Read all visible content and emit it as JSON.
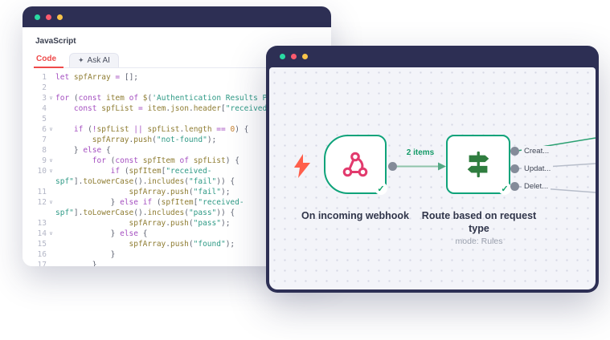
{
  "colors": {
    "window_chrome": "#2d2f54",
    "dot_teal": "#2ad9a2",
    "dot_red": "#fb5a6e",
    "dot_yellow": "#f8c44a",
    "node_border_green": "#0fa37a",
    "webhook_pink": "#e23a6d",
    "switch_green": "#2f7d3f",
    "bolt_orange": "#ff5f4b",
    "connection_label_green": "#139a67",
    "tab_active_red": "#ee4a4a",
    "code_keyword": "#a44fc0",
    "code_string": "#2f9a86",
    "code_identifier": "#8f7d33",
    "canvas_background": "#f3f4f9"
  },
  "editor_window": {
    "language_label": "JavaScript",
    "tabs": {
      "code": "Code",
      "ask_ai": "Ask AI",
      "ask_ai_icon": "✦"
    },
    "code_rows": [
      {
        "n": "1",
        "t": [
          [
            "kw",
            "let"
          ],
          [
            "pl",
            " "
          ],
          [
            "id",
            "spfArray"
          ],
          [
            "op",
            " = "
          ],
          [
            "pl",
            "[];"
          ]
        ]
      },
      {
        "n": "2",
        "t": []
      },
      {
        "n": "3",
        "fold": true,
        "t": [
          [
            "kw",
            "for"
          ],
          [
            "pl",
            " ("
          ],
          [
            "kw",
            "const"
          ],
          [
            "pl",
            " "
          ],
          [
            "id",
            "item"
          ],
          [
            "pl",
            " "
          ],
          [
            "kw",
            "of"
          ],
          [
            "pl",
            " "
          ],
          [
            "id",
            "$"
          ],
          [
            "pl",
            "("
          ],
          [
            "str",
            "'Authentication Results Pres"
          ]
        ]
      },
      {
        "n": "4",
        "t": [
          [
            "pl",
            "    "
          ],
          [
            "kw",
            "const"
          ],
          [
            "pl",
            " "
          ],
          [
            "id",
            "spfList"
          ],
          [
            "op",
            " = "
          ],
          [
            "id",
            "item"
          ],
          [
            "pl",
            "."
          ],
          [
            "id",
            "json"
          ],
          [
            "pl",
            "."
          ],
          [
            "id",
            "header"
          ],
          [
            "pl",
            "["
          ],
          [
            "str",
            "\"received-sp"
          ]
        ]
      },
      {
        "n": "5",
        "t": []
      },
      {
        "n": "6",
        "fold": true,
        "t": [
          [
            "pl",
            "    "
          ],
          [
            "kw",
            "if"
          ],
          [
            "pl",
            " ("
          ],
          [
            "op",
            "!"
          ],
          [
            "id",
            "spfList"
          ],
          [
            "op",
            " || "
          ],
          [
            "id",
            "spfList"
          ],
          [
            "pl",
            "."
          ],
          [
            "id",
            "length"
          ],
          [
            "op",
            " == "
          ],
          [
            "num",
            "0"
          ],
          [
            "pl",
            ") {"
          ]
        ]
      },
      {
        "n": "7",
        "t": [
          [
            "pl",
            "        "
          ],
          [
            "id",
            "spfArray"
          ],
          [
            "pl",
            "."
          ],
          [
            "id",
            "push"
          ],
          [
            "pl",
            "("
          ],
          [
            "str",
            "\"not-found\""
          ],
          [
            "pl",
            ");"
          ]
        ]
      },
      {
        "n": "8",
        "t": [
          [
            "pl",
            "    } "
          ],
          [
            "kw",
            "else"
          ],
          [
            "pl",
            " {"
          ]
        ]
      },
      {
        "n": "9",
        "fold": true,
        "t": [
          [
            "pl",
            "        "
          ],
          [
            "kw",
            "for"
          ],
          [
            "pl",
            " ("
          ],
          [
            "kw",
            "const"
          ],
          [
            "pl",
            " "
          ],
          [
            "id",
            "spfItem"
          ],
          [
            "pl",
            " "
          ],
          [
            "kw",
            "of"
          ],
          [
            "pl",
            " "
          ],
          [
            "id",
            "spfList"
          ],
          [
            "pl",
            ") {"
          ]
        ]
      },
      {
        "n": "10",
        "fold": true,
        "t": [
          [
            "pl",
            "            "
          ],
          [
            "kw",
            "if"
          ],
          [
            "pl",
            " ("
          ],
          [
            "id",
            "spfItem"
          ],
          [
            "pl",
            "["
          ],
          [
            "str",
            "\"received-"
          ]
        ]
      },
      {
        "n": "",
        "t": [
          [
            "str",
            "spf\""
          ],
          [
            "pl",
            "]."
          ],
          [
            "id",
            "toLowerCase"
          ],
          [
            "pl",
            "()."
          ],
          [
            "id",
            "includes"
          ],
          [
            "pl",
            "("
          ],
          [
            "str",
            "\"fail\""
          ],
          [
            "pl",
            ")) {"
          ]
        ]
      },
      {
        "n": "11",
        "t": [
          [
            "pl",
            "                "
          ],
          [
            "id",
            "spfArray"
          ],
          [
            "pl",
            "."
          ],
          [
            "id",
            "push"
          ],
          [
            "pl",
            "("
          ],
          [
            "str",
            "\"fail\""
          ],
          [
            "pl",
            ");"
          ]
        ]
      },
      {
        "n": "12",
        "fold": true,
        "t": [
          [
            "pl",
            "            } "
          ],
          [
            "kw",
            "else"
          ],
          [
            "pl",
            " "
          ],
          [
            "kw",
            "if"
          ],
          [
            "pl",
            " ("
          ],
          [
            "id",
            "spfItem"
          ],
          [
            "pl",
            "["
          ],
          [
            "str",
            "\"received-"
          ]
        ]
      },
      {
        "n": "",
        "t": [
          [
            "str",
            "spf\""
          ],
          [
            "pl",
            "]."
          ],
          [
            "id",
            "toLowerCase"
          ],
          [
            "pl",
            "()."
          ],
          [
            "id",
            "includes"
          ],
          [
            "pl",
            "("
          ],
          [
            "str",
            "\"pass\""
          ],
          [
            "pl",
            ")) {"
          ]
        ]
      },
      {
        "n": "13",
        "t": [
          [
            "pl",
            "                "
          ],
          [
            "id",
            "spfArray"
          ],
          [
            "pl",
            "."
          ],
          [
            "id",
            "push"
          ],
          [
            "pl",
            "("
          ],
          [
            "str",
            "\"pass\""
          ],
          [
            "pl",
            ");"
          ]
        ]
      },
      {
        "n": "14",
        "fold": true,
        "t": [
          [
            "pl",
            "            } "
          ],
          [
            "kw",
            "else"
          ],
          [
            "pl",
            " {"
          ]
        ]
      },
      {
        "n": "15",
        "t": [
          [
            "pl",
            "                "
          ],
          [
            "id",
            "spfArray"
          ],
          [
            "pl",
            "."
          ],
          [
            "id",
            "push"
          ],
          [
            "pl",
            "("
          ],
          [
            "str",
            "\"found\""
          ],
          [
            "pl",
            ");"
          ]
        ]
      },
      {
        "n": "16",
        "t": [
          [
            "pl",
            "            }"
          ]
        ]
      },
      {
        "n": "17",
        "t": [
          [
            "pl",
            "        }"
          ]
        ]
      }
    ]
  },
  "workflow_window": {
    "connection_label": "2 items",
    "check_icon": "✓",
    "trigger_node": {
      "title": "On incoming webhook"
    },
    "switch_node": {
      "title": "Route based on request type",
      "subtitle": "mode: Rules"
    },
    "outputs": [
      "Creat...",
      "Updat...",
      "Delet..."
    ]
  }
}
